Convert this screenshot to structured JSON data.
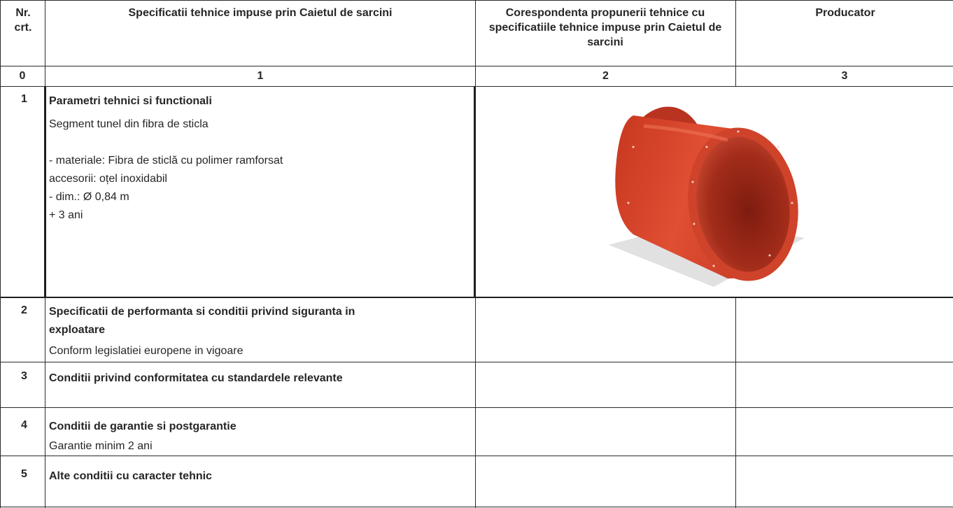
{
  "table": {
    "headers": {
      "col0": "Nr. crt.",
      "col1": "Specificatii tehnice impuse prin Caietul de sarcini",
      "col2": "Corespondenta propunerii tehnice cu specificatiile tehnice impuse prin Caietul de sarcini",
      "col3": "Producator"
    },
    "index_row": [
      "0",
      "1",
      "2",
      "3"
    ],
    "rows": [
      {
        "nr": "1",
        "title": "Parametri tehnici si functionali",
        "lines": [
          "Segment tunel din fibra de sticla",
          "",
          "- materiale: Fibra de sticlă cu polimer ramforsat",
          "accesorii: oțel inoxidabil",
          "- dim.: Ø 0,84 m",
          "+ 3 ani"
        ]
      },
      {
        "nr": "2",
        "title_line1": "Specificatii de performanta si conditii privind siguranta in",
        "title_line2": "exploatare",
        "lines": [
          "Conform legislatiei europene in vigoare"
        ]
      },
      {
        "nr": "3",
        "title": "Conditii privind conformitatea cu standardele relevante",
        "lines": []
      },
      {
        "nr": "4",
        "title": "Conditii de garantie si postgarantie",
        "lines": [
          "Garantie minim 2 ani"
        ]
      },
      {
        "nr": "5",
        "title": "Alte conditii cu caracter tehnic",
        "lines": []
      }
    ]
  },
  "image": {
    "icon": "tunnel-segment-image",
    "color": "#d64a32"
  }
}
